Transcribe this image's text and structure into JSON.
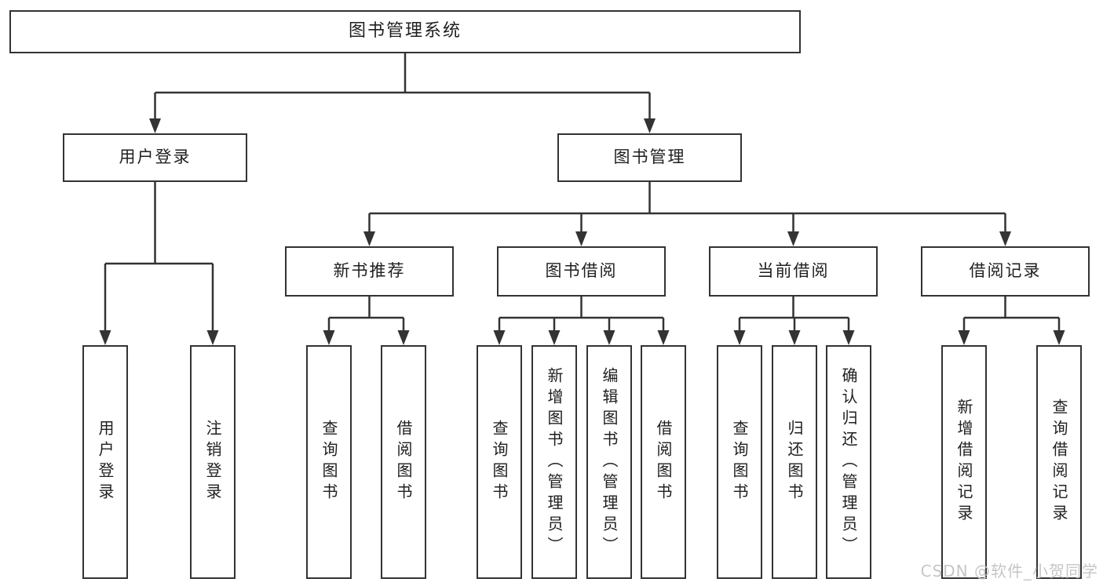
{
  "diagram": {
    "title": "图书管理系统",
    "tree": {
      "root": {
        "label": "图书管理系统"
      },
      "branches": [
        {
          "label": "用户登录",
          "children": [
            {
              "label": "用户登录"
            },
            {
              "label": "注销登录"
            }
          ]
        },
        {
          "label": "图书管理",
          "children": [
            {
              "label": "新书推荐",
              "children": [
                {
                  "label": "查询图书"
                },
                {
                  "label": "借阅图书"
                }
              ]
            },
            {
              "label": "图书借阅",
              "children": [
                {
                  "label": "查询图书"
                },
                {
                  "label": "新增图书（管理员）"
                },
                {
                  "label": "编辑图书（管理员）"
                },
                {
                  "label": "借阅图书"
                }
              ]
            },
            {
              "label": "当前借阅",
              "children": [
                {
                  "label": "查询图书"
                },
                {
                  "label": "归还图书"
                },
                {
                  "label": "确认归还（管理员）"
                }
              ]
            },
            {
              "label": "借阅记录",
              "children": [
                {
                  "label": "新增借阅记录"
                },
                {
                  "label": "查询借阅记录"
                }
              ]
            }
          ]
        }
      ]
    },
    "colors": {
      "line": "#333333",
      "box_background": "#ffffff",
      "text": "#1f1f1f",
      "watermark": "#c6c6c6"
    }
  },
  "watermark": {
    "text": "CSDN @软件_小贺同学"
  }
}
